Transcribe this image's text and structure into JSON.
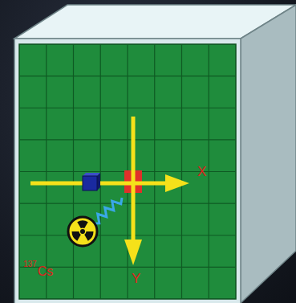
{
  "diagram": {
    "labels": [
      "X",
      "Y",
      "137",
      "Cs"
    ]
  }
}
